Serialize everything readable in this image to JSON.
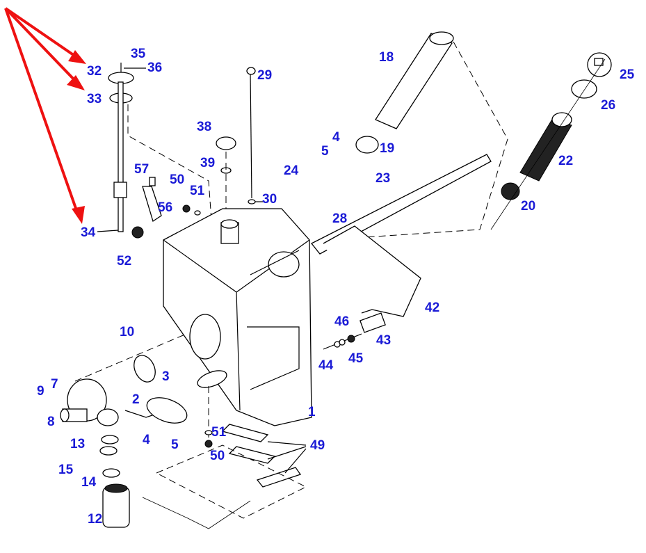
{
  "diagram": {
    "title": "Fuel / hydraulic tank assembly exploded view",
    "colors": {
      "callout": "#1a1ad6",
      "arrow": "#ee1111",
      "line": "#000000"
    },
    "highlight_arrows": [
      "32",
      "33",
      "34"
    ],
    "callouts": [
      {
        "id": "c1",
        "text": "1"
      },
      {
        "id": "c2",
        "text": "2"
      },
      {
        "id": "c3",
        "text": "3"
      },
      {
        "id": "c4a",
        "text": "4"
      },
      {
        "id": "c4b",
        "text": "4"
      },
      {
        "id": "c5a",
        "text": "5"
      },
      {
        "id": "c5b",
        "text": "5"
      },
      {
        "id": "c7",
        "text": "7"
      },
      {
        "id": "c8",
        "text": "8"
      },
      {
        "id": "c9",
        "text": "9"
      },
      {
        "id": "c10",
        "text": "10"
      },
      {
        "id": "c12",
        "text": "12"
      },
      {
        "id": "c13",
        "text": "13"
      },
      {
        "id": "c14",
        "text": "14"
      },
      {
        "id": "c15",
        "text": "15"
      },
      {
        "id": "c18",
        "text": "18"
      },
      {
        "id": "c19",
        "text": "19"
      },
      {
        "id": "c20",
        "text": "20"
      },
      {
        "id": "c22",
        "text": "22"
      },
      {
        "id": "c23",
        "text": "23"
      },
      {
        "id": "c24",
        "text": "24"
      },
      {
        "id": "c25",
        "text": "25"
      },
      {
        "id": "c26",
        "text": "26"
      },
      {
        "id": "c28",
        "text": "28"
      },
      {
        "id": "c29",
        "text": "29"
      },
      {
        "id": "c30",
        "text": "30"
      },
      {
        "id": "c32",
        "text": "32"
      },
      {
        "id": "c33",
        "text": "33"
      },
      {
        "id": "c34",
        "text": "34"
      },
      {
        "id": "c35",
        "text": "35"
      },
      {
        "id": "c36",
        "text": "36"
      },
      {
        "id": "c38",
        "text": "38"
      },
      {
        "id": "c39",
        "text": "39"
      },
      {
        "id": "c42",
        "text": "42"
      },
      {
        "id": "c43",
        "text": "43"
      },
      {
        "id": "c44",
        "text": "44"
      },
      {
        "id": "c45",
        "text": "45"
      },
      {
        "id": "c46",
        "text": "46"
      },
      {
        "id": "c49",
        "text": "49"
      },
      {
        "id": "c50a",
        "text": "50"
      },
      {
        "id": "c50b",
        "text": "50"
      },
      {
        "id": "c51a",
        "text": "51"
      },
      {
        "id": "c51b",
        "text": "51"
      },
      {
        "id": "c52",
        "text": "52"
      },
      {
        "id": "c56",
        "text": "56"
      },
      {
        "id": "c57",
        "text": "57"
      }
    ]
  }
}
